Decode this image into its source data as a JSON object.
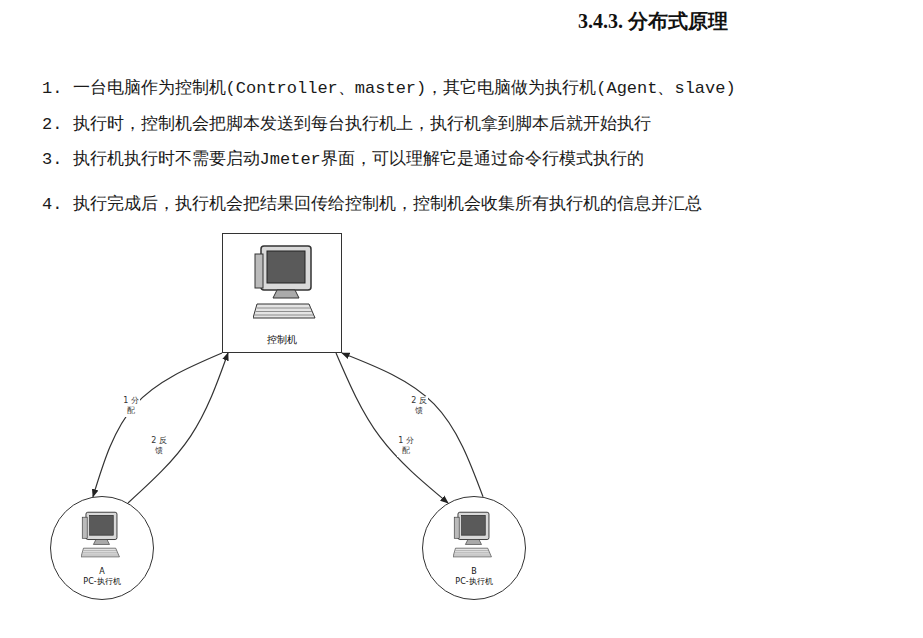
{
  "diagram": {
    "title": "3.4.3. 分布式原理",
    "nodes": [
      {
        "text": [
          "控制机"
        ]
      },
      {
        "text": [
          "A",
          "PC-执行机"
        ]
      },
      {
        "text": [
          "B",
          "PC-执行机"
        ]
      }
    ],
    "edges": [
      {
        "from": 0,
        "to": 1,
        "label": "1 分配",
        "arrow": "to"
      },
      {
        "from": 1,
        "to": 0,
        "label": "2 反馈",
        "arrow": "to"
      },
      {
        "from": 2,
        "to": 0,
        "label": "2 反馈",
        "arrow": "to"
      },
      {
        "from": 0,
        "to": 2,
        "label": "1 分配",
        "arrow": "to"
      }
    ],
    "labels": [
      "1. 一台电脑作为控制机(Controller、master)，其它电脑做为执行机(Agent、slave)",
      "2. 执行时，控制机会把脚本发送到每台执行机上，执行机拿到脚本后就开始执行",
      "3. 执行机执行时不需要启动Jmeter界面，可以理解它是通过命令行模式执行的",
      "4. 执行完成后，执行机会把结果回传给控制机，控制机会收集所有执行机的信息并汇总"
    ]
  }
}
